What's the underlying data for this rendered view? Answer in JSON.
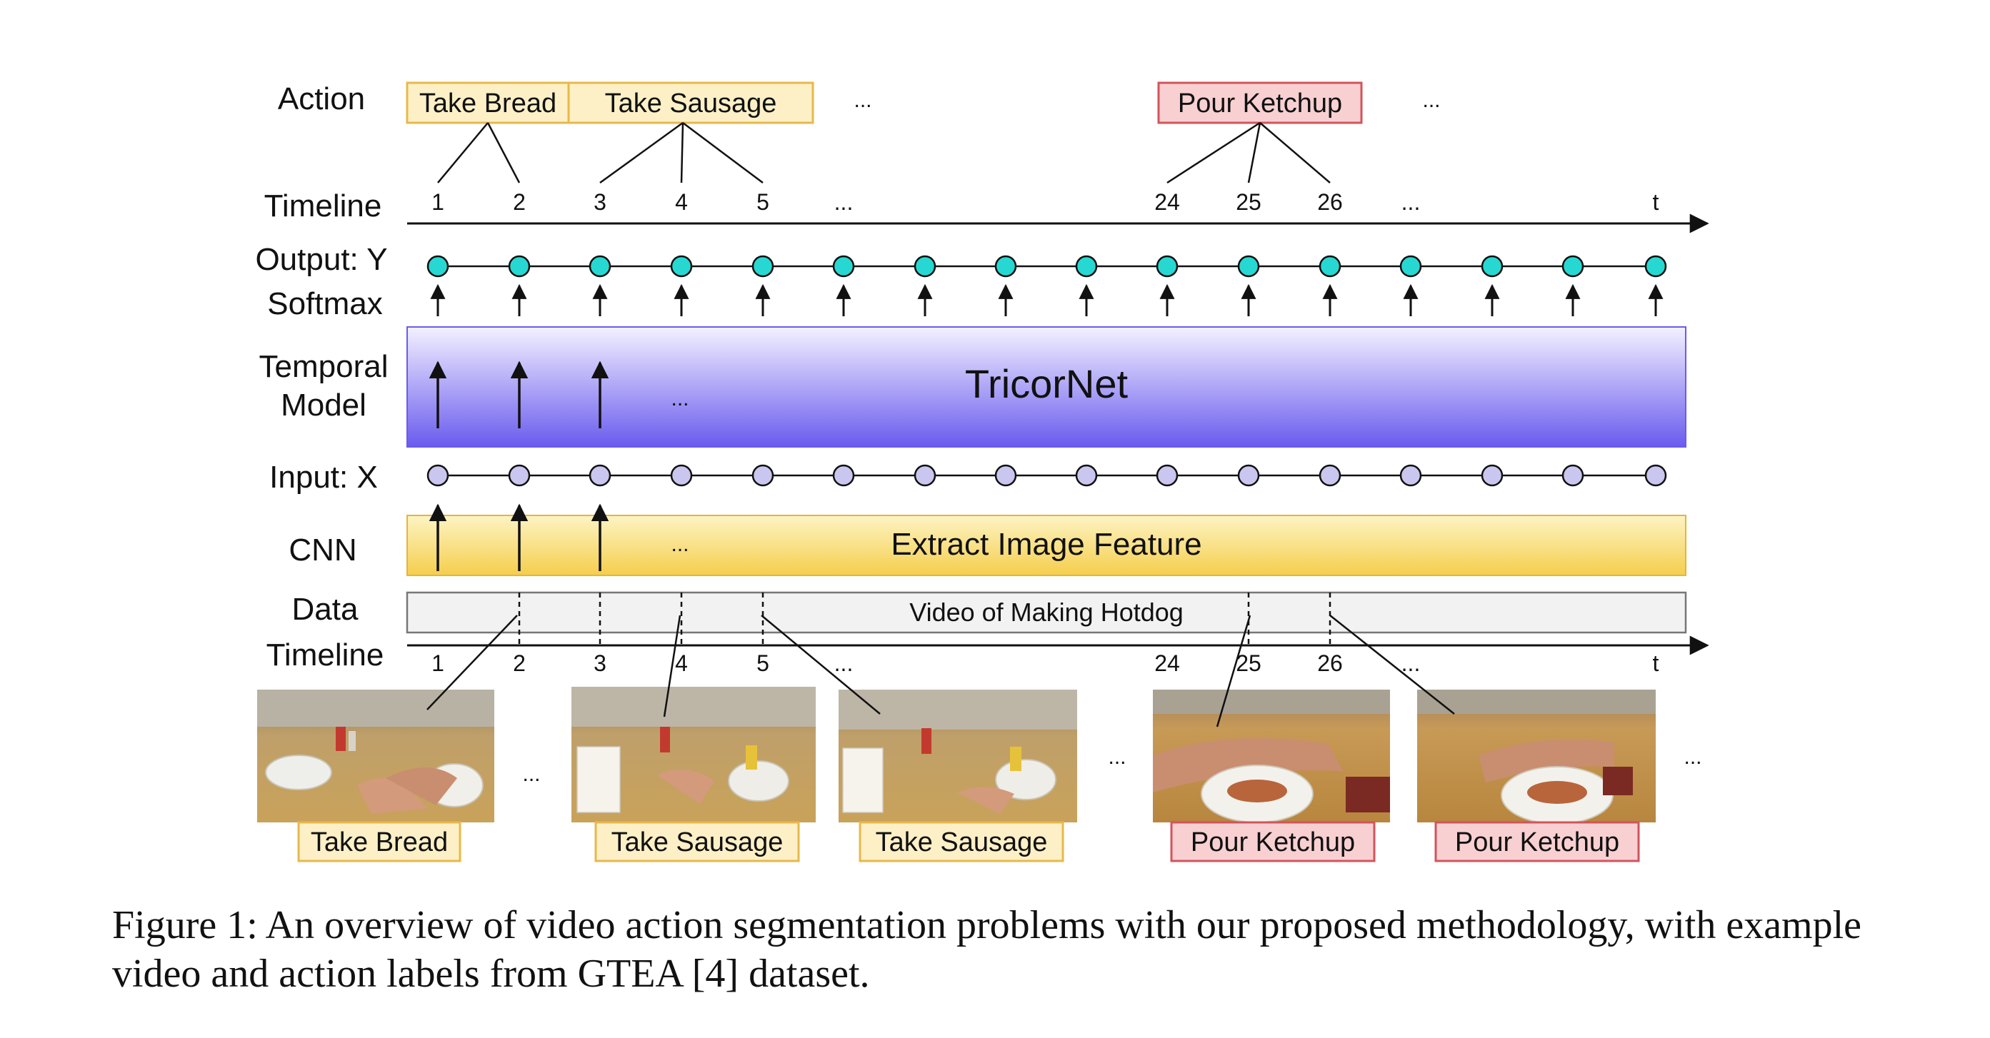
{
  "row_labels": {
    "action": "Action",
    "timeline_top": "Timeline",
    "output": "Output: Y",
    "softmax": "Softmax",
    "temporal_1": "Temporal",
    "temporal_2": "Model",
    "input": "Input: X",
    "cnn": "CNN",
    "data": "Data",
    "timeline_bottom": "Timeline"
  },
  "action_labels": {
    "take_bread": "Take Bread",
    "take_sausage": "Take Sausage",
    "pour_ketchup": "Pour Ketchup",
    "ellipsis_1": "...",
    "ellipsis_2": "..."
  },
  "timeline_ticks": [
    "1",
    "2",
    "3",
    "4",
    "5",
    "...",
    "24",
    "25",
    "26",
    "...",
    "t"
  ],
  "tricornet_label": "TricorNet",
  "temporal_ellipsis": "...",
  "cnn_label": "Extract Image Feature",
  "cnn_ellipsis": "...",
  "video_label": "Video of Making Hotdog",
  "thumbnail_labels": [
    "Take Bread",
    "Take Sausage",
    "Take Sausage",
    "Pour Ketchup",
    "Pour Ketchup"
  ],
  "thumbnail_ellipses": [
    "...",
    "...",
    "..."
  ],
  "caption": "Figure 1: An overview of video action segmentation problems with our proposed methodology, with example video and action labels from GTEA [4] dataset.",
  "colors": {
    "take_fill": "#fdf0c6",
    "take_stroke": "#e8b84a",
    "pour_fill": "#f8d0d2",
    "pour_stroke": "#d3545c",
    "output_node": "#27d8d2",
    "input_node": "#c9c6ef",
    "tricornet_top": "#f3f1ff",
    "tricornet_bottom": "#6a5bee",
    "cnn_top": "#fdf4c4",
    "cnn_bottom": "#f5ce4c"
  }
}
